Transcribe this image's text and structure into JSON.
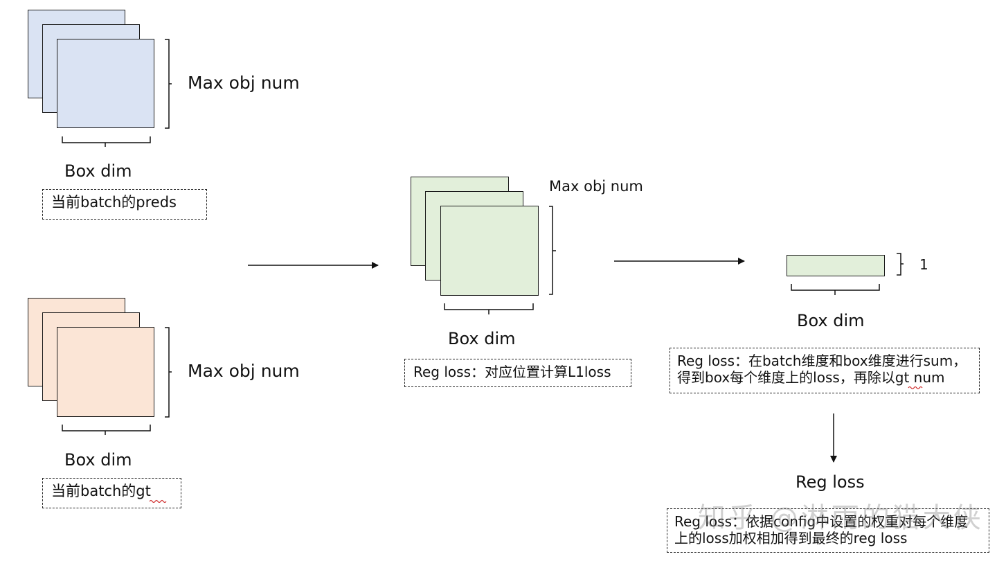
{
  "preds": {
    "right_label": "Max obj num",
    "bottom_label": "Box dim",
    "caption": "当前batch的preds",
    "color": "#dae3f3"
  },
  "gt": {
    "right_label": "Max obj num",
    "bottom_label": "Box dim",
    "caption": "当前batch的gt",
    "color": "#fbe5d6"
  },
  "diff": {
    "top_label": "Max obj num",
    "bottom_label": "Box dim",
    "caption": "Reg loss：对应位置计算L1loss",
    "color": "#e2efda"
  },
  "summed": {
    "right_label": "1",
    "bottom_label": "Box dim",
    "caption": "Reg loss：在batch维度和box维度进行sum，得到box每个维度上的loss，再除以gt num"
  },
  "final": {
    "label": "Reg loss",
    "caption": "Reg loss：依据config中设置的权重对每个维度上的loss加权相加得到最终的reg loss"
  },
  "watermark": "知乎 @淋雨的猫大侠"
}
